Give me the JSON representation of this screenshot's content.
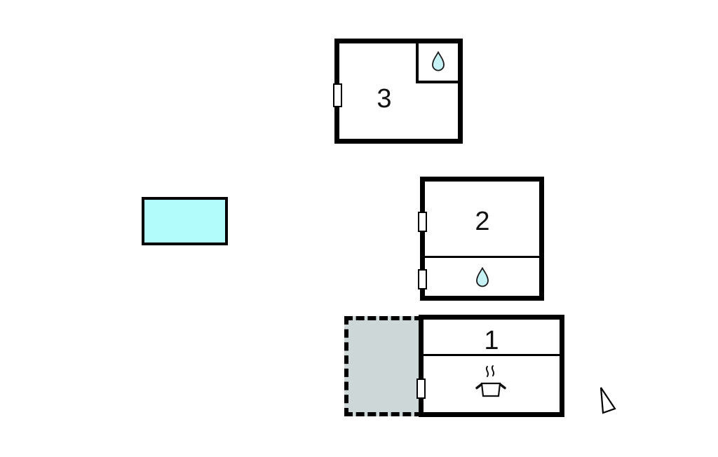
{
  "plan": {
    "type": "floor-plan",
    "background": "#ffffff",
    "wall_color": "#000000",
    "rooms": [
      {
        "id": "room-1",
        "label": "1",
        "icon": "cooking-pot-icon"
      },
      {
        "id": "room-2",
        "label": "2",
        "icon": "water-drop-icon"
      },
      {
        "id": "room-3",
        "label": "3",
        "icon": "water-drop-icon"
      }
    ],
    "pool": {
      "fill": "#b3fcfc",
      "border": "#000000"
    },
    "terrace": {
      "fill": "#cdd7d7",
      "border_style": "dashed"
    },
    "icons": {
      "water_drop_fill": "#c6f2f5",
      "water_drop_stroke": "#1a1a1a",
      "north_arrow_fill": "#ffffff",
      "north_arrow_stroke": "#000000"
    }
  }
}
